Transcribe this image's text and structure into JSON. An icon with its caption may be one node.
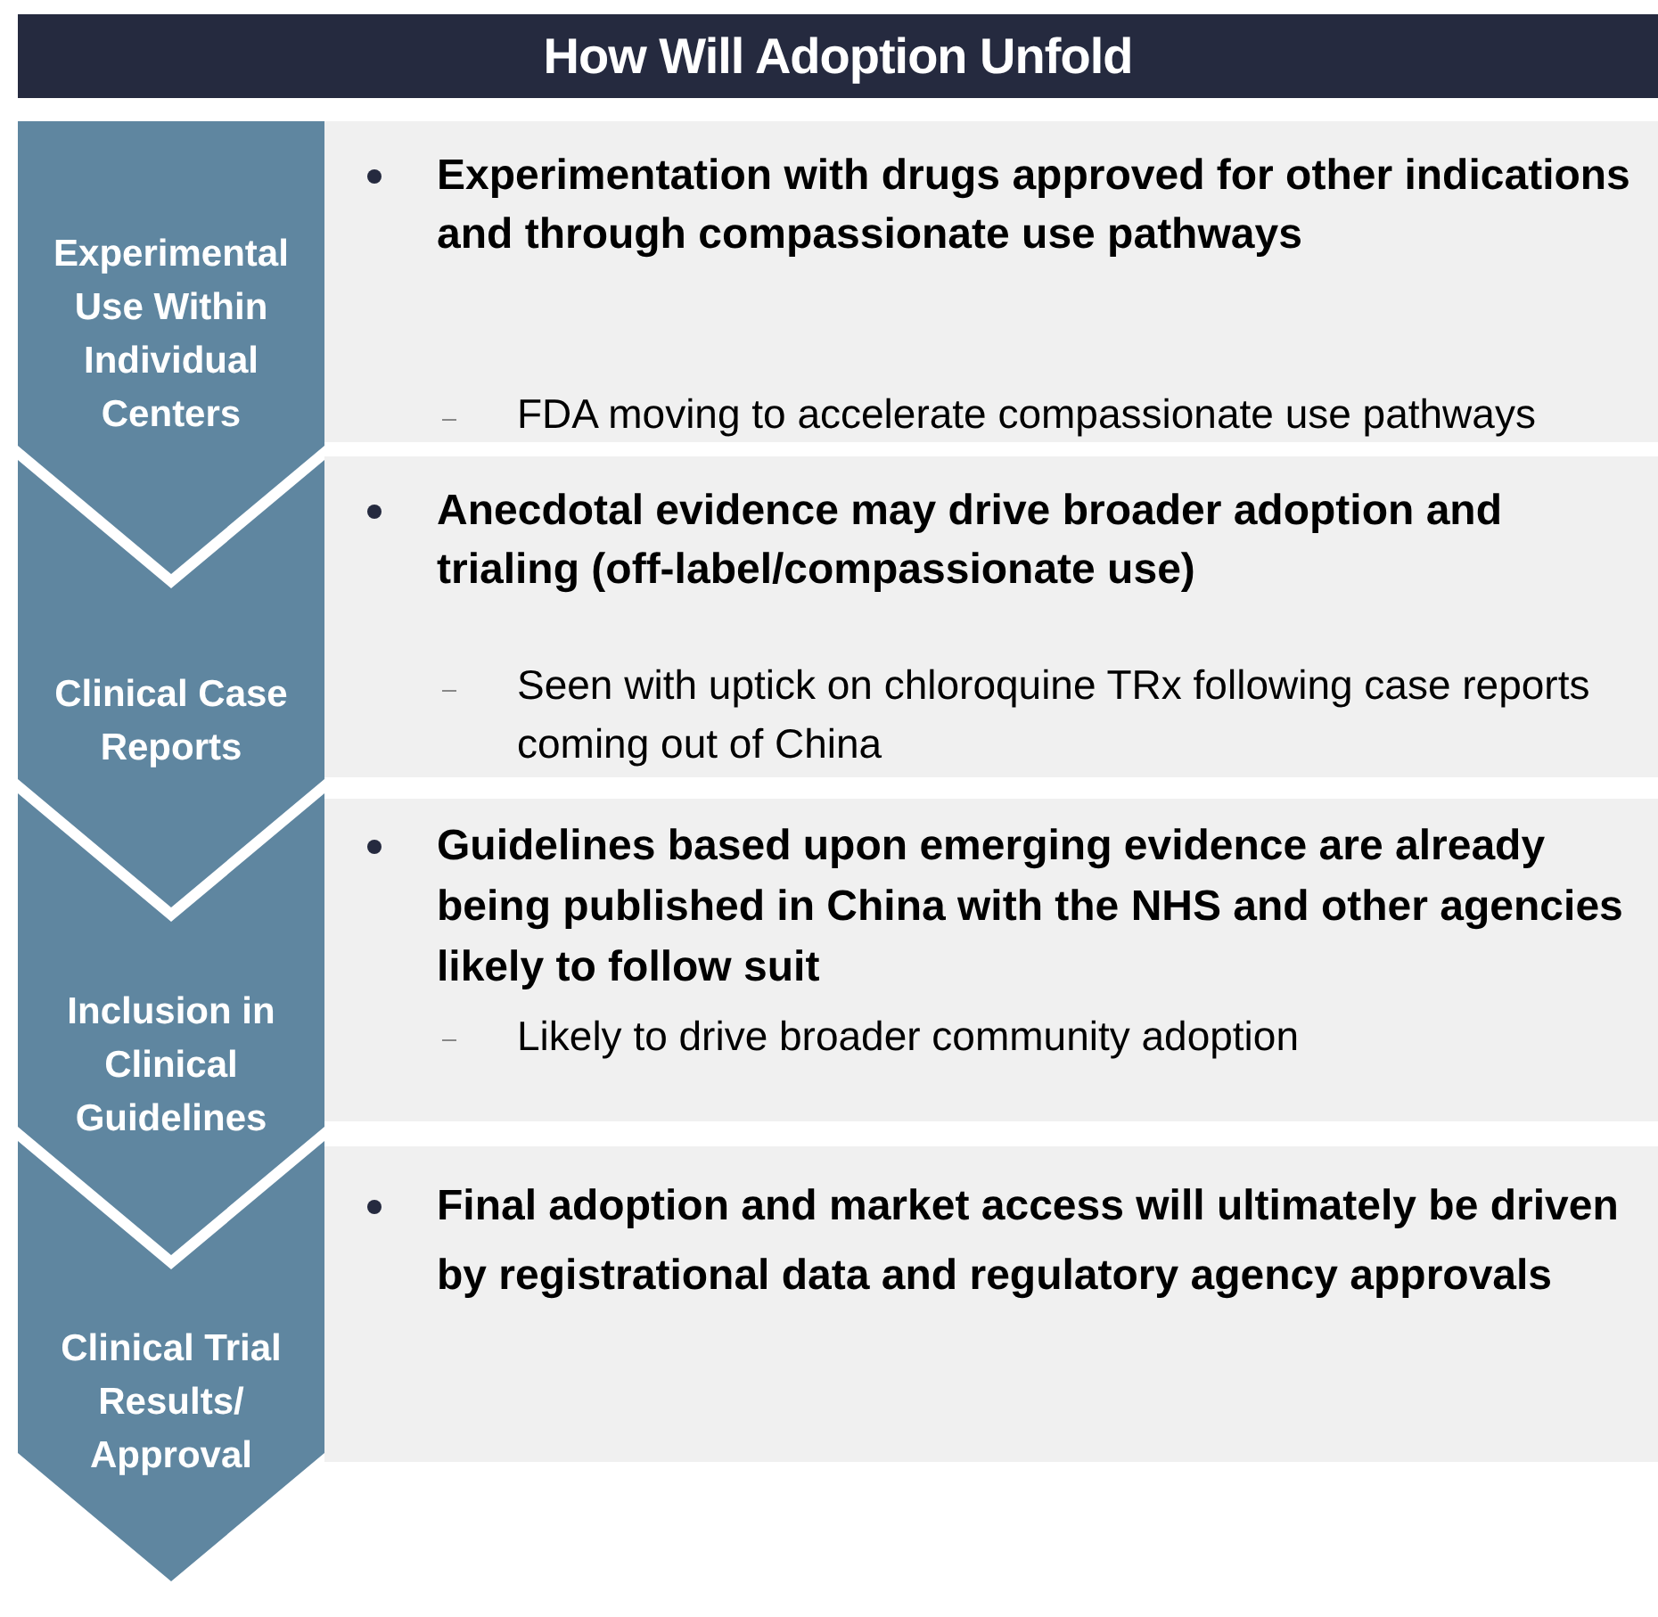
{
  "diagram": {
    "title": "How Will Adoption Unfold",
    "nodes": [
      {
        "text": [
          "Experimental Use Within Individual Centers"
        ]
      },
      {
        "text": [
          "Experimentation with drugs approved for other indications and through compassionate use pathways",
          "FDA moving to accelerate compassionate use pathways"
        ]
      },
      {
        "text": [
          "Clinical Case Reports"
        ]
      },
      {
        "text": [
          "Anecdotal evidence may drive broader adoption and trialing (off-label/compassionate use)",
          "Seen with uptick on chloroquine TRx following case reports coming out of China"
        ]
      },
      {
        "text": [
          "Inclusion in Clinical Guidelines"
        ]
      },
      {
        "text": [
          "Guidelines based upon emerging evidence are already being published in China with the NHS and other agencies likely to follow suit",
          "Likely to drive broader community adoption"
        ]
      },
      {
        "text": [
          "Clinical Trial Results/ Approval"
        ]
      },
      {
        "text": [
          "Final adoption and market access will ultimately be driven by registrational data and regulatory agency approvals"
        ]
      }
    ]
  }
}
